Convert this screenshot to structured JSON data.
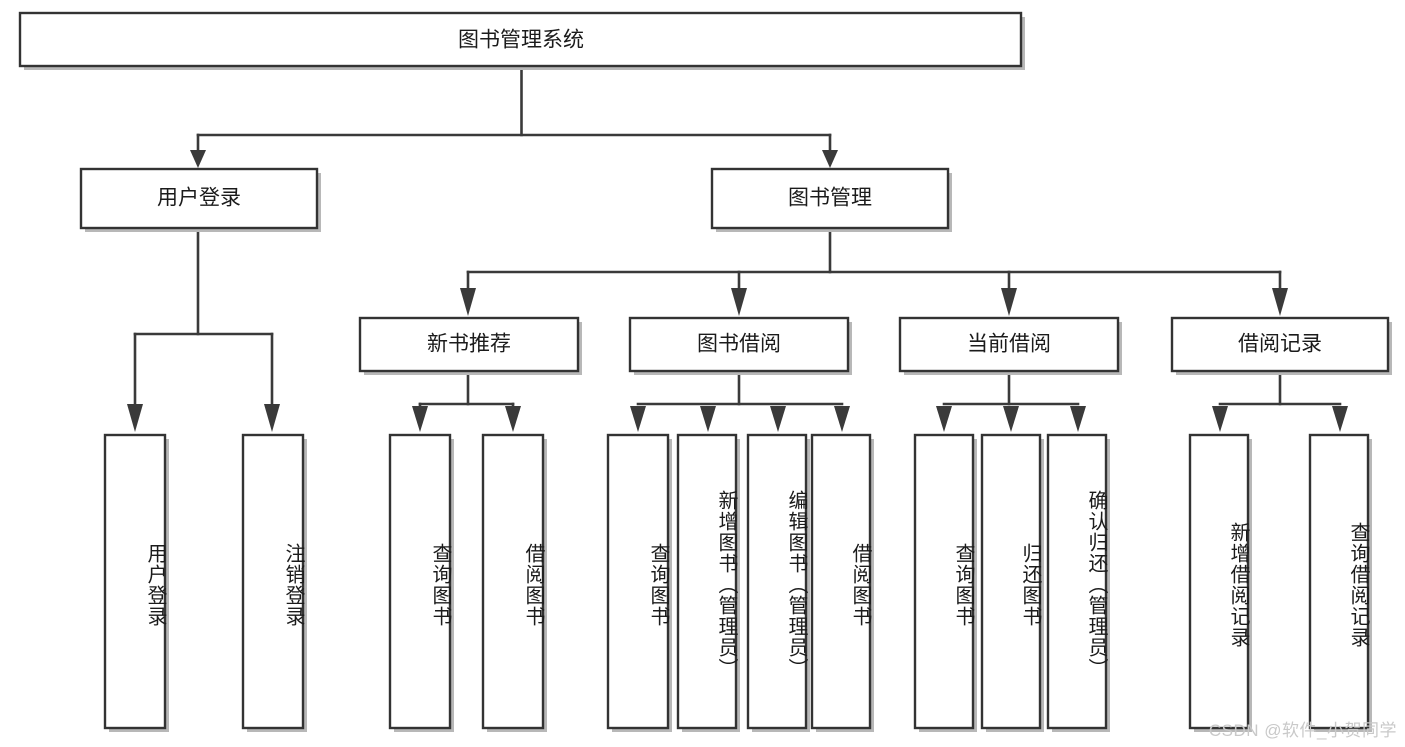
{
  "diagram": {
    "type": "tree",
    "title": "图书管理系统",
    "watermark": "CSDN @软件_小贺同学",
    "root": {
      "label": "图书管理系统",
      "level": 0
    },
    "level2": [
      {
        "label": "用户登录"
      },
      {
        "label": "图书管理"
      }
    ],
    "level3": [
      {
        "label": "新书推荐"
      },
      {
        "label": "图书借阅"
      },
      {
        "label": "当前借阅"
      },
      {
        "label": "借阅记录"
      }
    ],
    "leaves": {
      "user_login": [
        {
          "label": "用户登录"
        },
        {
          "label": "注销登录"
        }
      ],
      "new_book": [
        {
          "label": "查询图书"
        },
        {
          "label": "借阅图书"
        }
      ],
      "book_borrow": [
        {
          "label": "查询图书"
        },
        {
          "label": "新增图书（管理员）"
        },
        {
          "label": "编辑图书（管理员）"
        },
        {
          "label": "借阅图书"
        }
      ],
      "current_borrow": [
        {
          "label": "查询图书"
        },
        {
          "label": "归还图书"
        },
        {
          "label": "确认归还（管理员）"
        }
      ],
      "borrow_record": [
        {
          "label": "新增借阅记录"
        },
        {
          "label": "查询借阅记录"
        }
      ]
    },
    "colors": {
      "box_stroke": "#333333",
      "connector": "#3a3a3a",
      "text": "#1b1b1b",
      "background": "#ffffff",
      "watermark": "#c9c9c9"
    }
  }
}
